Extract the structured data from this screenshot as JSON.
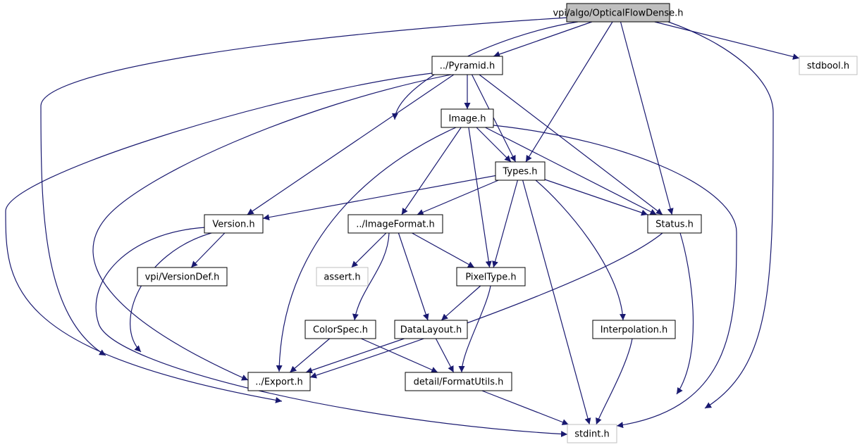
{
  "colors": {
    "edge": "#191970",
    "node_border": "#000000",
    "external_border": "#bfbfbf",
    "root_fill": "#bfbfbf",
    "node_fill": "#ffffff"
  },
  "graph": {
    "nodes": [
      {
        "id": "root",
        "label": "vpi/algo/OpticalFlowDense.h",
        "kind": "root"
      },
      {
        "id": "stdbool",
        "label": "stdbool.h",
        "kind": "external"
      },
      {
        "id": "pyramid",
        "label": "../Pyramid.h",
        "kind": "file"
      },
      {
        "id": "image",
        "label": "Image.h",
        "kind": "file"
      },
      {
        "id": "types",
        "label": "Types.h",
        "kind": "file"
      },
      {
        "id": "version",
        "label": "Version.h",
        "kind": "file"
      },
      {
        "id": "imageformat",
        "label": "../ImageFormat.h",
        "kind": "file"
      },
      {
        "id": "status",
        "label": "Status.h",
        "kind": "file"
      },
      {
        "id": "versiondef",
        "label": "vpi/VersionDef.h",
        "kind": "file"
      },
      {
        "id": "assert",
        "label": "assert.h",
        "kind": "external"
      },
      {
        "id": "pixeltype",
        "label": "PixelType.h",
        "kind": "file"
      },
      {
        "id": "colorspec",
        "label": "ColorSpec.h",
        "kind": "file"
      },
      {
        "id": "datalayout",
        "label": "DataLayout.h",
        "kind": "file"
      },
      {
        "id": "interpolation",
        "label": "Interpolation.h",
        "kind": "file"
      },
      {
        "id": "export",
        "label": "../Export.h",
        "kind": "file"
      },
      {
        "id": "formatutils",
        "label": "detail/FormatUtils.h",
        "kind": "file"
      },
      {
        "id": "stdint",
        "label": "stdint.h",
        "kind": "external"
      }
    ],
    "edges": [
      {
        "from": "root",
        "to": "stdbool"
      },
      {
        "from": "root",
        "to": "pyramid"
      },
      {
        "from": "root",
        "to": "types"
      },
      {
        "from": "root",
        "to": "imageformat"
      },
      {
        "from": "root",
        "to": "status"
      },
      {
        "from": "root",
        "to": "export"
      },
      {
        "from": "root",
        "to": "stdint"
      },
      {
        "from": "pyramid",
        "to": "image"
      },
      {
        "from": "pyramid",
        "to": "types"
      },
      {
        "from": "pyramid",
        "to": "status"
      },
      {
        "from": "pyramid",
        "to": "version"
      },
      {
        "from": "pyramid",
        "to": "export"
      },
      {
        "from": "pyramid",
        "to": "stdint"
      },
      {
        "from": "image",
        "to": "types"
      },
      {
        "from": "image",
        "to": "status"
      },
      {
        "from": "image",
        "to": "imageformat"
      },
      {
        "from": "image",
        "to": "pixeltype"
      },
      {
        "from": "image",
        "to": "export"
      },
      {
        "from": "image",
        "to": "stdint"
      },
      {
        "from": "types",
        "to": "version"
      },
      {
        "from": "types",
        "to": "imageformat"
      },
      {
        "from": "types",
        "to": "status"
      },
      {
        "from": "types",
        "to": "pixeltype"
      },
      {
        "from": "types",
        "to": "interpolation"
      },
      {
        "from": "types",
        "to": "stdint"
      },
      {
        "from": "version",
        "to": "versiondef"
      },
      {
        "from": "version",
        "to": "export"
      },
      {
        "from": "version",
        "to": "stdint"
      },
      {
        "from": "imageformat",
        "to": "assert"
      },
      {
        "from": "imageformat",
        "to": "pixeltype"
      },
      {
        "from": "imageformat",
        "to": "colorspec"
      },
      {
        "from": "imageformat",
        "to": "datalayout"
      },
      {
        "from": "status",
        "to": "export"
      },
      {
        "from": "status",
        "to": "stdint"
      },
      {
        "from": "pixeltype",
        "to": "datalayout"
      },
      {
        "from": "pixeltype",
        "to": "formatutils"
      },
      {
        "from": "colorspec",
        "to": "export"
      },
      {
        "from": "colorspec",
        "to": "formatutils"
      },
      {
        "from": "datalayout",
        "to": "export"
      },
      {
        "from": "datalayout",
        "to": "formatutils"
      },
      {
        "from": "interpolation",
        "to": "stdint"
      },
      {
        "from": "formatutils",
        "to": "stdint"
      }
    ]
  }
}
